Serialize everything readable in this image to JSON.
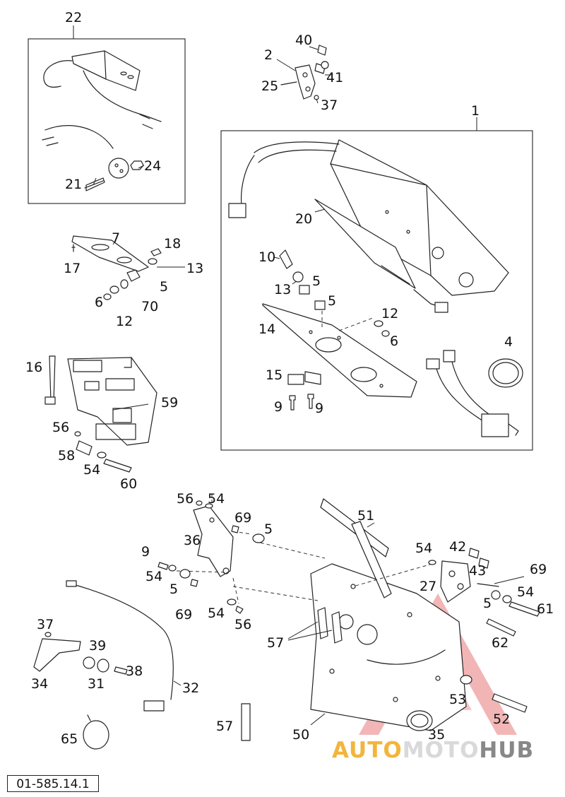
{
  "diagram": {
    "part_labels": [
      "22",
      "40",
      "2",
      "41",
      "25",
      "37",
      "1",
      "24",
      "21",
      "20",
      "7",
      "18",
      "10",
      "17",
      "13",
      "5",
      "6",
      "70",
      "12",
      "14",
      "16",
      "15",
      "9",
      "4",
      "59",
      "56",
      "58",
      "54",
      "60",
      "51",
      "36",
      "69",
      "27",
      "42",
      "43",
      "61",
      "62",
      "57",
      "39",
      "34",
      "31",
      "38",
      "32",
      "53",
      "52",
      "35",
      "50",
      "65"
    ],
    "reference_code": "01-585.14.1"
  },
  "watermark": {
    "brand_part1": "AUTO",
    "brand_part2": "MOTO",
    "brand_part3": "HUB",
    "colors": {
      "triangle": "#e87a7a",
      "auto": "#f2b53c",
      "moto": "#d9d9d9",
      "hub": "#888888"
    }
  }
}
